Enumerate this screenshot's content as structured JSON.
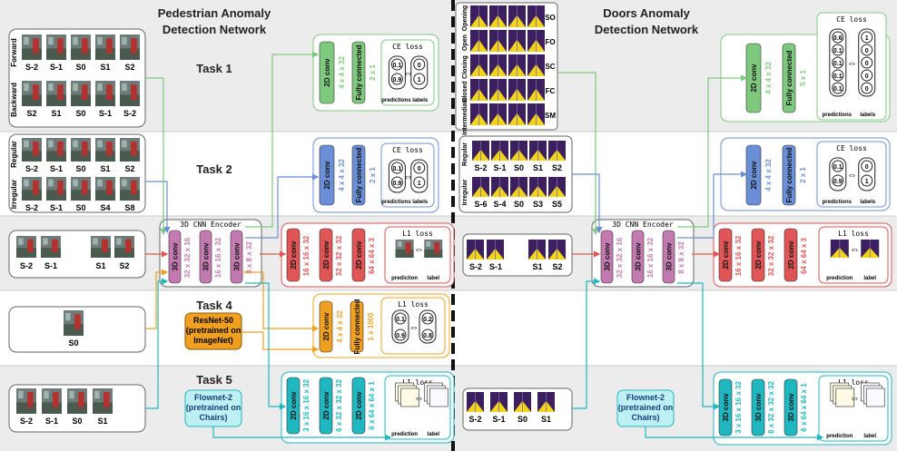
{
  "titles": {
    "pedestrian": [
      "Pedestrian Anomaly",
      "Detection Network"
    ],
    "doors": [
      "Doors Anomaly",
      "Detection Network"
    ]
  },
  "tasks": {
    "task1": "Task 1",
    "task2": "Task 2",
    "task4": "Task 4",
    "task5": "Task 5"
  },
  "ped": {
    "forward": "Forward",
    "backward": "Backward",
    "regular": "Regular",
    "irregular": "Irregular",
    "t1_forward_frames": [
      "S-2",
      "S-1",
      "S0",
      "S1",
      "S2"
    ],
    "t1_backward_frames": [
      "S2",
      "S1",
      "S0",
      "S-1",
      "S-2"
    ],
    "t2_regular_frames": [
      "S-2",
      "S-1",
      "S0",
      "S1",
      "S2"
    ],
    "t2_irregular_frames": [
      "S-2",
      "S-1",
      "S0",
      "S4",
      "S8"
    ],
    "t3_frames": [
      "S-2",
      "S-1",
      "S1",
      "S2"
    ],
    "t4_frames": [
      "S0"
    ],
    "t5_frames": [
      "S-2",
      "S-1",
      "S0",
      "S1"
    ],
    "encoder": {
      "title": "3D CNN Encoder",
      "layers": [
        "3D conv",
        "3D conv",
        "3D conv"
      ],
      "dims": [
        "32 x 32 x 16",
        "16 x 16 x 32",
        "8 x 8 x 32"
      ]
    },
    "head_t1": {
      "conv": "2D conv",
      "conv_dim": "4 x 4 x 32",
      "fc": "Fully connected",
      "fc_dim": "2 x 1",
      "loss": "CE loss",
      "pred": [
        "0.1",
        "0.9"
      ],
      "label": [
        "0",
        "1"
      ],
      "pred_label": "predictions",
      "label_label": "labels"
    },
    "head_t2": {
      "conv": "2D conv",
      "conv_dim": "4 x 4 x 32",
      "fc": "Fully connected",
      "fc_dim": "2 x 1",
      "loss": "CE loss",
      "pred": [
        "0.1",
        "0.9"
      ],
      "label": [
        "0",
        "1"
      ],
      "pred_label": "predictions",
      "label_label": "labels"
    },
    "head_t3": {
      "layers": [
        "2D conv",
        "2D conv",
        "2D conv"
      ],
      "dims": [
        "16 x 16 x 32",
        "32 x 32 x 32",
        "64 x 64 x 3"
      ],
      "loss": "L1 loss",
      "pred_label": "prediction",
      "label_label": "label"
    },
    "head_t4": {
      "resnet": [
        "ResNet-50",
        "(pretrained on",
        "ImageNet)"
      ],
      "conv": "2D conv",
      "conv_dim": "4 x 4 x 32",
      "fc": "Fully connected",
      "fc_dim": "1 x 1000",
      "loss": "L1 loss",
      "pred": [
        "0.1",
        "0.9"
      ],
      "label": [
        "0.2",
        "0.8"
      ]
    },
    "head_t5": {
      "flownet": [
        "Flownet-2",
        "(pretrained on",
        "Chairs)"
      ],
      "layers": [
        "2D conv",
        "2D conv",
        "2D conv"
      ],
      "dims": [
        "3 x 16 x 16 x 32",
        "6 x 32 x 32 x 32",
        "6 x 64 x 64 x 1"
      ],
      "loss": "L1 loss",
      "pred_label": "prediction",
      "label_label": "label"
    }
  },
  "doors": {
    "t1_rows": [
      "Opening",
      "Open",
      "Closing",
      "Closed",
      "Intermediate"
    ],
    "t1_codes": [
      "SO",
      "FO",
      "SC",
      "FC",
      "SM"
    ],
    "regular": "Regular",
    "irregular": "Irregular",
    "t2_regular_frames": [
      "S-2",
      "S-1",
      "S0",
      "S1",
      "S2"
    ],
    "t2_irregular_frames": [
      "S-6",
      "S-4",
      "S0",
      "S3",
      "S5"
    ],
    "t3_frames": [
      "S-2",
      "S-1",
      "S1",
      "S2"
    ],
    "t5_frames": [
      "S-2",
      "S-1",
      "S0",
      "S1"
    ],
    "encoder": {
      "title": "3D CNN Encoder",
      "layers": [
        "3D conv",
        "3D conv",
        "3D conv"
      ],
      "dims": [
        "32 x 32 x 16",
        "16 x 16 x 32",
        "8 x 8 x 32"
      ]
    },
    "head_t1": {
      "conv": "2D conv",
      "conv_dim": "4 x 4 x 32",
      "fc": "Fully connected",
      "fc_dim": "5 x 1",
      "loss": "CE loss",
      "pred": [
        "0.6",
        "0.1",
        "0.1",
        "0.1",
        "0.1"
      ],
      "label": [
        "1",
        "0",
        "0",
        "0",
        "0"
      ],
      "pred_label": "predictions",
      "label_label": "labels"
    },
    "head_t2": {
      "conv": "2D conv",
      "conv_dim": "4 x 4 x 32",
      "fc": "Fully connected",
      "fc_dim": "2 x 1",
      "loss": "CE loss",
      "pred": [
        "0.1",
        "0.9"
      ],
      "label": [
        "0",
        "1"
      ],
      "pred_label": "predictions",
      "label_label": "labels"
    },
    "head_t3": {
      "layers": [
        "2D conv",
        "2D conv",
        "2D conv"
      ],
      "dims": [
        "16 x 16 x 32",
        "32 x 32 x 32",
        "64 x 64 x 3"
      ],
      "loss": "L1 loss",
      "pred_label": "prediction",
      "label_label": "label"
    },
    "head_t5": {
      "flownet": [
        "Flownet-2",
        "(pretrained on",
        "Chairs)"
      ],
      "layers": [
        "3D conv",
        "3D conv",
        "3D conv"
      ],
      "dims": [
        "3 x 16 x 16 x 32",
        "6 x 32 x 32 x 32",
        "6 x 64 x 64 x 1"
      ],
      "loss": "L1 loss",
      "pred_label": "prediction",
      "label_label": "label"
    }
  },
  "colors": {
    "task1": "#7fc97f",
    "task2": "#6b8fd6",
    "task3": "#e05555",
    "task4": "#f0a020",
    "task5": "#20b7c0",
    "encoder": "#c27ab0",
    "gray_band": "#ececec"
  }
}
